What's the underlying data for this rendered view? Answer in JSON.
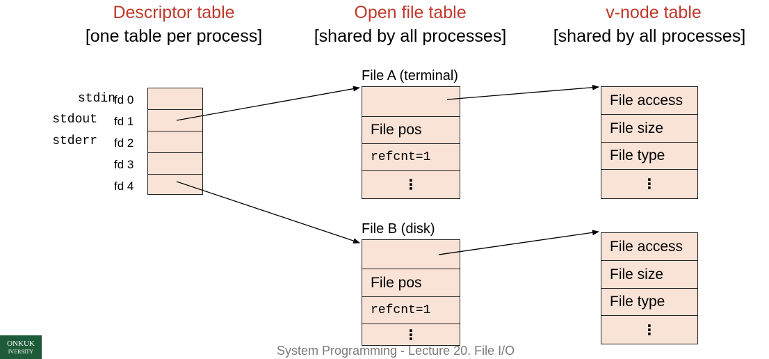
{
  "headers": {
    "descriptor": {
      "title": "Descriptor table",
      "subtitle": "[one table per process]"
    },
    "open_file": {
      "title": "Open file table",
      "subtitle": "[shared by all processes]"
    },
    "vnode": {
      "title": "v-node table",
      "subtitle": "[shared by all processes]"
    }
  },
  "descriptor_table": {
    "std_labels": [
      "stdin",
      "stdout",
      "stderr"
    ],
    "fd_labels": [
      "fd 0",
      "fd 1",
      "fd 2",
      "fd 3",
      "fd 4"
    ]
  },
  "open_files": [
    {
      "label": "File A (terminal)",
      "pos": "File pos",
      "refcnt": "refcnt=1",
      "more": "⋮"
    },
    {
      "label": "File B (disk)",
      "pos": "File pos",
      "refcnt": "refcnt=1",
      "more": "⋮"
    }
  ],
  "vnodes": [
    {
      "access": "File access",
      "size": "File size",
      "type": "File type",
      "more": "⋮"
    },
    {
      "access": "File access",
      "size": "File size",
      "type": "File type",
      "more": "⋮"
    }
  ],
  "footer": {
    "text": "System Programming - Lecture 20. File I/O"
  },
  "logo": {
    "line1": "ONKUK",
    "line2": "IVERSITY"
  },
  "colors": {
    "heading": "#c0392b",
    "cell_fill": "#f8e3d6",
    "logo": "#1e5b3a"
  }
}
